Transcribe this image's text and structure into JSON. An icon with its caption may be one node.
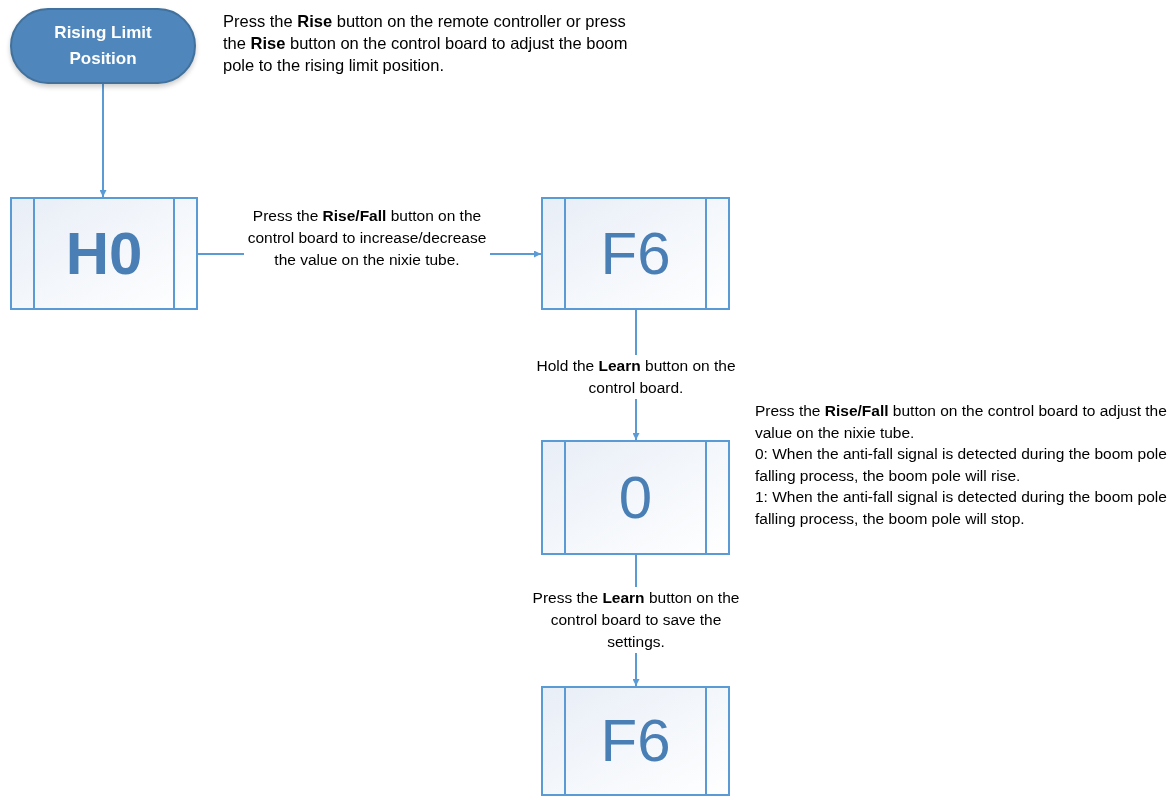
{
  "diagram": {
    "nodes": [
      {
        "text": [
          "Rising Limit Position"
        ],
        "beside": [
          "Press the **Rise** button on the remote controller or press the **Rise** button on the control board to adjust the boom pole to the rising limit position."
        ]
      },
      {
        "text": [
          "H0"
        ]
      },
      {
        "text": [
          "F6"
        ]
      },
      {
        "text": [
          "0"
        ],
        "beside": [
          "Press the **Rise/Fall** button on the control board to adjust the value on the nixie tube.",
          "0: When the anti-fall signal is detected during the boom pole falling process, the boom pole will rise.",
          "1: When the anti-fall signal is detected during the boom pole falling process, the boom pole will stop."
        ]
      },
      {
        "text": [
          "F6"
        ]
      }
    ],
    "edges": [
      {
        "from": 0,
        "to": 1,
        "arrow": "to"
      },
      {
        "from": 1,
        "to": 2,
        "arrow": "to",
        "label": "Press the **Rise/Fall** button on the control board to increase/decrease the value on the nixie tube."
      },
      {
        "from": 2,
        "to": 3,
        "arrow": "to",
        "label": "Hold the **Learn** button on the control board."
      },
      {
        "from": 3,
        "to": 4,
        "arrow": "to",
        "label": "Press the **Learn** button on the control board to save the settings."
      }
    ]
  }
}
